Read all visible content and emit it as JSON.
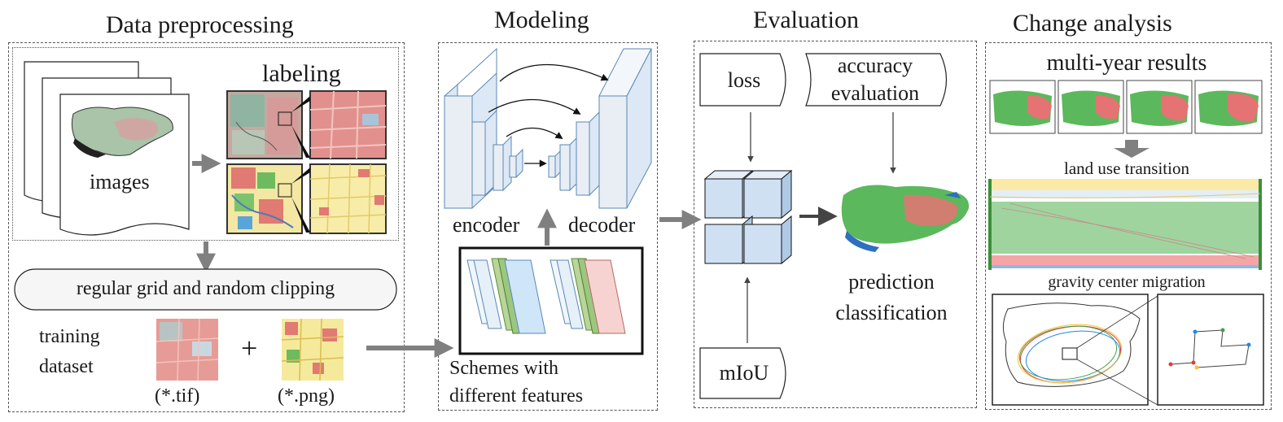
{
  "sections": {
    "data_preprocessing": "Data preprocessing",
    "modeling": "Modeling",
    "evaluation": "Evaluation",
    "change_analysis": "Change analysis"
  },
  "preprocessing": {
    "labeling": "labeling",
    "images": "images",
    "grid_step": "regular grid and random clipping",
    "training_line1": "training",
    "training_line2": "dataset",
    "plus": "+",
    "tif": "(*.tif)",
    "png": "(*.png)"
  },
  "modeling": {
    "encoder": "encoder",
    "decoder": "decoder",
    "schemes_line1": "Schemes with",
    "schemes_line2": "different features"
  },
  "evaluation": {
    "loss": "loss",
    "accuracy_line1": "accuracy",
    "accuracy_line2": "evaluation",
    "miou": "mIoU",
    "prediction_line1": "prediction",
    "prediction_line2": "classification"
  },
  "change": {
    "multi_year": "multi-year results",
    "land_use": "land use transition",
    "gravity": "gravity center migration"
  },
  "colors": {
    "arrow_gray": "#808080",
    "unet_fill": "#e4edf6",
    "unet_stroke": "#5a88b5",
    "cube_fill": "#cfe0f3",
    "green_land": "#5cb85c",
    "red_land": "#e57373",
    "yellow_label": "#f3e7a3",
    "sankey_green": "#9fd49f",
    "sankey_red": "#f4a6a6",
    "sankey_blue": "#8fb8e8",
    "sankey_yellow": "#fbe9a6"
  }
}
